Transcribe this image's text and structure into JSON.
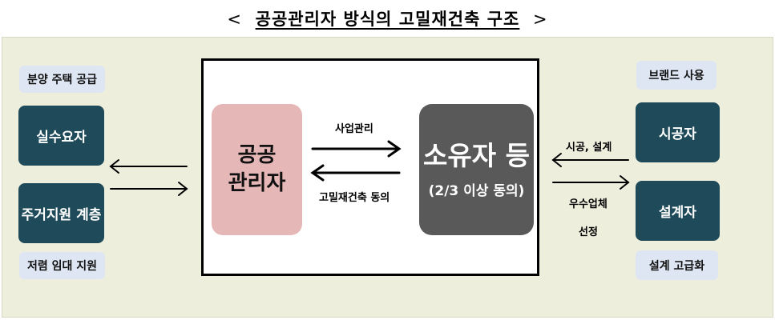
{
  "title": {
    "left_bracket": "<",
    "main": "공공관리자 방식의 고밀재건축 구조",
    "right_bracket": ">"
  },
  "left": {
    "top_note": "분양 주택 공급",
    "box1": "실수요자",
    "box2": "주거지원 계층",
    "bottom_note": "저렴 임대 지원"
  },
  "center": {
    "public_manager": [
      "공공",
      "관리자"
    ],
    "owner": "소유자 등",
    "owner_sub": "(2/3 이상 동의)",
    "arrow_top_label": "사업관리",
    "arrow_bottom_label": "고밀재건축 동의"
  },
  "right": {
    "top_note": "브랜드 사용",
    "box1": "시공자",
    "box2": "설계자",
    "bottom_note": "설계 고급화",
    "label_top": "시공, 설계",
    "label_bottom": [
      "우수업체",
      "선정"
    ]
  },
  "colors": {
    "panel": "#eeeedd",
    "dark_box": "#1e4a59",
    "light_box": "#dfe6f3",
    "pink_box": "#e6b7b7",
    "gray_box": "#595959"
  }
}
